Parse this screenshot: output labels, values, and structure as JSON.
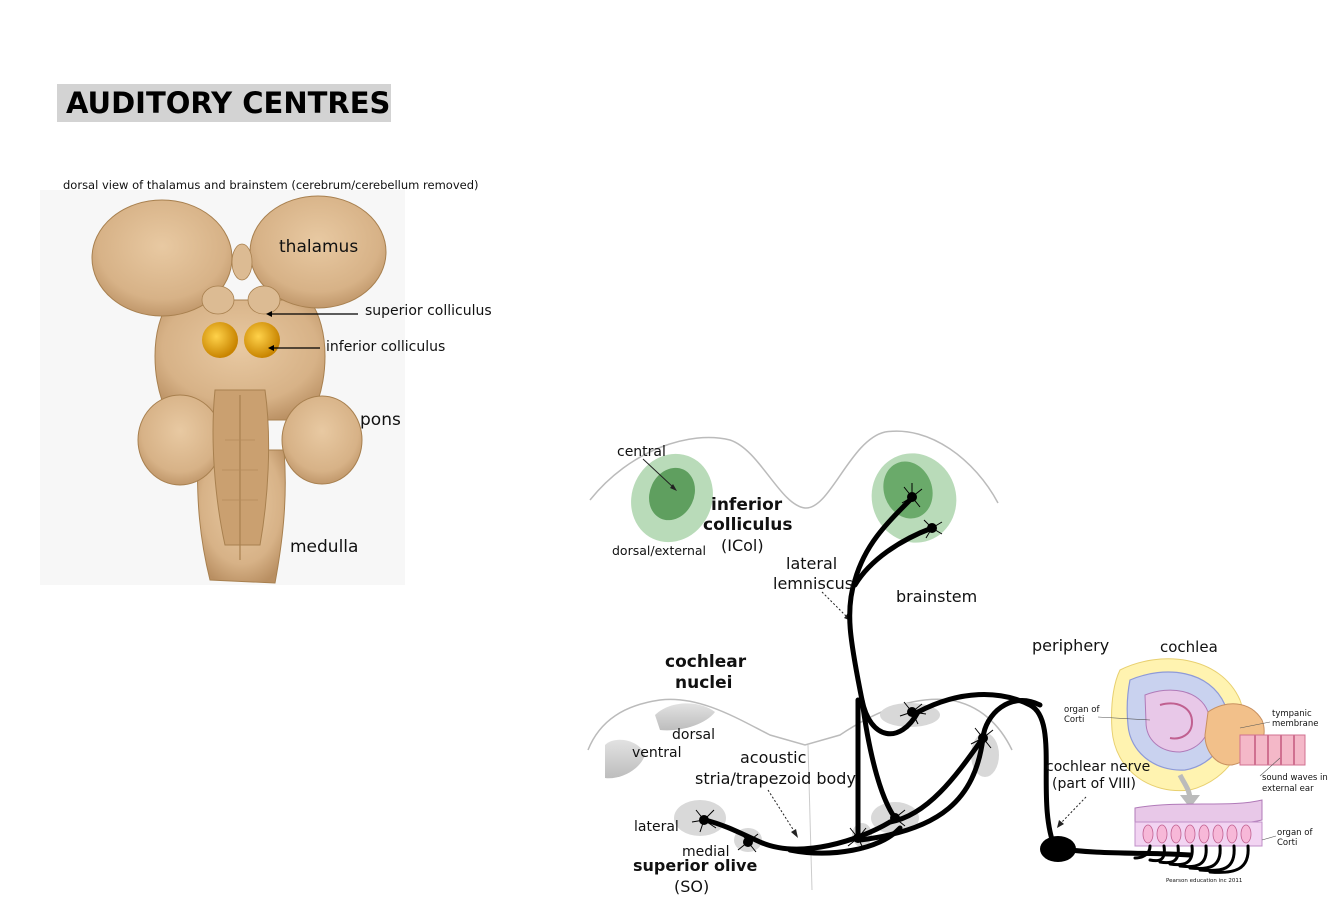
{
  "title": "AUDITORY CENTRES",
  "brain_panel": {
    "caption": "dorsal view of thalamus and brainstem (cerebrum/cerebellum removed)",
    "labels": {
      "thalamus": "thalamus",
      "superior_colliculus": "superior colliculus",
      "inferior_colliculus": "inferior colliculus",
      "pons": "pons",
      "medulla": "medulla"
    }
  },
  "pathway_panel": {
    "labels": {
      "central": "central",
      "dorsal_external": "dorsal/external",
      "inferior_colliculus_1": "inferior",
      "inferior_colliculus_2": "colliculus",
      "icol": "(ICol)",
      "lateral_lemniscus_1": "lateral",
      "lateral_lemniscus_2": "lemniscus",
      "brainstem": "brainstem",
      "periphery": "periphery",
      "cochlea": "cochlea",
      "cochlear_nuclei_1": "cochlear",
      "cochlear_nuclei_2": "nuclei",
      "dorsal": "dorsal",
      "ventral": "ventral",
      "acoustic": "acoustic",
      "stria_trapezoid": "stria/trapezoid body",
      "lateral": "lateral",
      "medial": "medial",
      "superior_olive": "superior olive",
      "so": "(SO)",
      "cochlear_nerve_1": "cochlear nerve",
      "cochlear_nerve_2": "(part of VIII)",
      "organ_of_corti_1a": "organ of",
      "organ_of_corti_1b": "Corti",
      "tympanic_1": "tympanic",
      "tympanic_2": "membrane",
      "sound_waves_1": "sound waves in",
      "sound_waves_2": "external ear",
      "organ_of_corti_2a": "organ of",
      "organ_of_corti_2b": "Corti",
      "credit": "Pearson education inc 2011"
    }
  },
  "colors": {
    "title_bg": "#d3d3d3",
    "brain_tan": "#d7b287",
    "colliculus_gold": "#e0a010",
    "nucleus_green": "#6aaa6a",
    "pathway": "#000000"
  }
}
